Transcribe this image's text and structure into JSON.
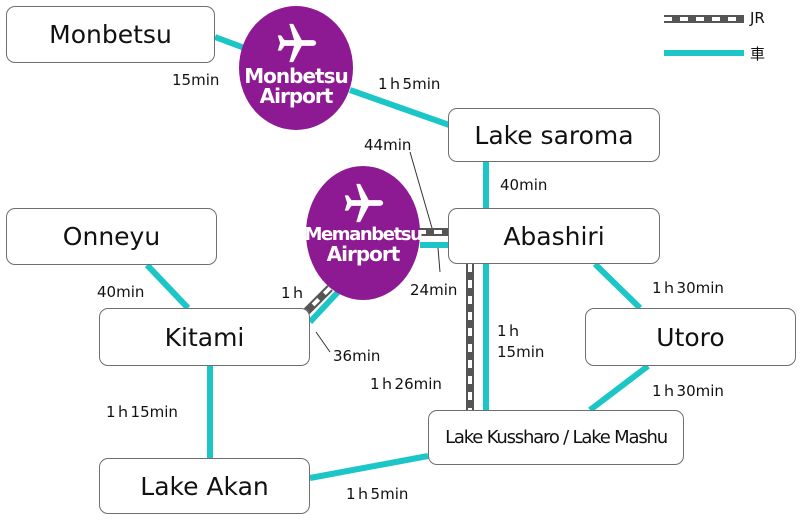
{
  "colors": {
    "road": "#1cc6c6",
    "rail_dark": "#555555",
    "rail_light": "#ffffff",
    "airport": "#8e1a93",
    "border": "#6f6f6f"
  },
  "legend": {
    "jr_label": "JR",
    "car_label": "車"
  },
  "nodes": {
    "monbetsu": "Monbetsu",
    "lake_saroma": "Lake saroma",
    "onneyu": "Onneyu",
    "abashiri": "Abashiri",
    "kitami": "Kitami",
    "utoro": "Utoro",
    "lake_kussharo": "Lake Kussharo / Lake Mashu",
    "lake_akan": "Lake Akan"
  },
  "airports": {
    "monbetsu": {
      "line1": "Monbetsu",
      "line2": "Airport",
      "icon": "airplane-icon"
    },
    "memanbetsu": {
      "line1": "Memanbetsu",
      "line2": "Airport",
      "icon": "airplane-icon"
    }
  },
  "times": {
    "monbetsu_airport": "15min",
    "airport_saroma": "1ｈ5min",
    "saroma_abashiri": "40min",
    "memanbetsu_abashiri_jr": "44min",
    "memanbetsu_abashiri_car": "24min",
    "onneyu_kitami": "40min",
    "memanbetsu_kitami_jr": "1ｈ",
    "memanbetsu_kitami_car": "36min",
    "abashiri_utoro": "1ｈ30min",
    "abashiri_kussharo_car_1": "1ｈ",
    "abashiri_kussharo_car_2": "15min",
    "abashiri_kussharo_jr": "1ｈ26min",
    "utoro_kussharo": "1ｈ30min",
    "kitami_akan": "1ｈ15min",
    "akan_kussharo": "1ｈ5min"
  }
}
